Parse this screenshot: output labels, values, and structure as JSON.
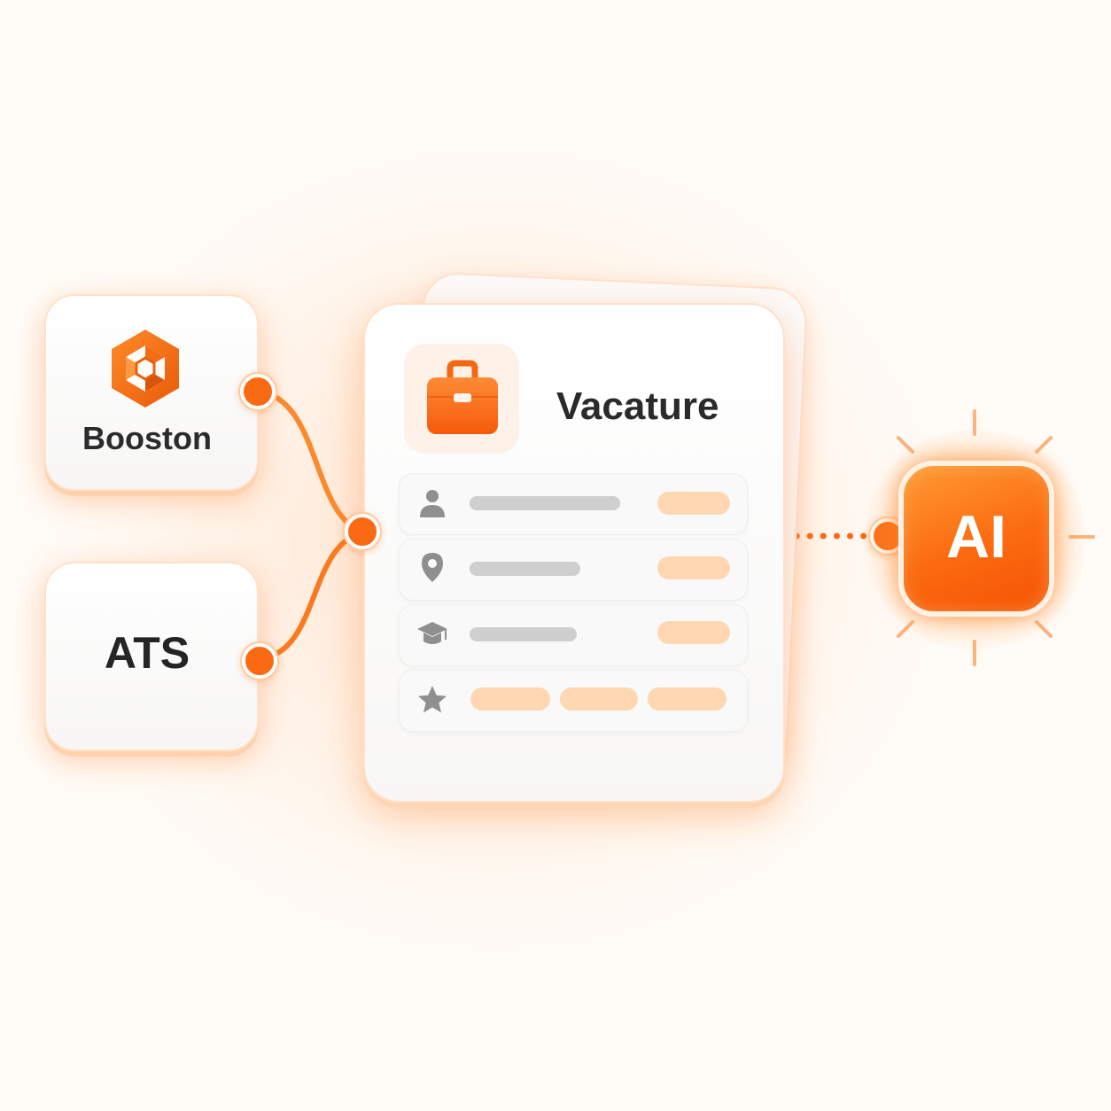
{
  "sources": [
    {
      "name": "Booston",
      "icon": "booston-hexagon-logo-icon"
    },
    {
      "name": "ATS"
    }
  ],
  "vacancy_card": {
    "title": "Vacature",
    "icon": "briefcase-icon",
    "fields": [
      {
        "icon": "person-icon"
      },
      {
        "icon": "location-pin-icon"
      },
      {
        "icon": "graduation-cap-icon"
      },
      {
        "icon": "star-icon"
      }
    ]
  },
  "ai": {
    "label": "AI"
  },
  "colors": {
    "accent": "#fa6a13",
    "accent_light": "#ffd7b0",
    "placeholder_gray": "#cfcfcf",
    "text_dark": "#2a2a2a"
  }
}
